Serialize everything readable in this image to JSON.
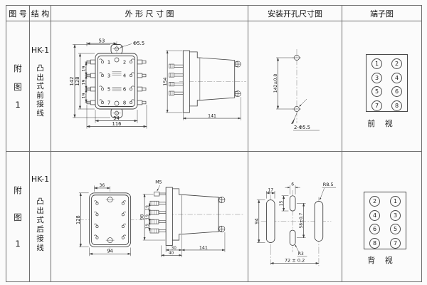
{
  "header": {
    "fig_no": "图 号",
    "structure": "结 构",
    "outline": "外 形 尺 寸 图",
    "mounting": "安装开孔尺寸图",
    "terminal": "端子图"
  },
  "row1": {
    "fig_no": {
      "l1": "附",
      "l2": "图",
      "l3": "1"
    },
    "model": "HK-1",
    "structure": {
      "c1": "凸",
      "c2": "出",
      "c3": "式",
      "c4": "前",
      "c5": "接",
      "c6": "线"
    },
    "front": {
      "d53": "53",
      "dhole": "Φ5.5",
      "d142": "142",
      "d128": "128",
      "p1": "19",
      "p2": "19",
      "p3": "19",
      "d94": "94",
      "d116": "116",
      "t1": "1",
      "t2": "2",
      "t3": "3",
      "t4": "4",
      "t5": "5",
      "t6": "6",
      "t7": "7",
      "t8": "8"
    },
    "side": {
      "d154": "154",
      "d141": "141"
    },
    "mounting": {
      "dv": "142±0.8",
      "label": "2-Φ5.5"
    },
    "terminal": {
      "n1": "1",
      "n2": "2",
      "n3": "3",
      "n4": "4",
      "n5": "5",
      "n6": "6",
      "n7": "7",
      "n8": "8",
      "caption": "前 视"
    }
  },
  "row2": {
    "fig_no": {
      "l1": "附",
      "l2": "图",
      "l3": "1"
    },
    "model": "HK-1",
    "structure": {
      "c1": "凸",
      "c2": "出",
      "c3": "式",
      "c4": "后",
      "c5": "接",
      "c6": "线"
    },
    "front": {
      "d36": "36",
      "d128": "128",
      "d94": "94"
    },
    "side": {
      "m5": "M5",
      "d98": "98",
      "p1": "19",
      "p2": "19",
      "p3": "19",
      "d30": "30",
      "d40": "40",
      "d141": "141"
    },
    "mounting": {
      "d17": "17",
      "d94": "94",
      "d6": "6",
      "d15": "15",
      "dgap": "58±0.7",
      "rbig": "R8.5",
      "rsmall": "R3",
      "dtotal": "72 ± 0.2"
    },
    "terminal": {
      "n1": "2",
      "n2": "1",
      "n3": "4",
      "n4": "3",
      "n5": "6",
      "n6": "5",
      "n7": "8",
      "n8": "7",
      "caption": "背 视"
    }
  }
}
